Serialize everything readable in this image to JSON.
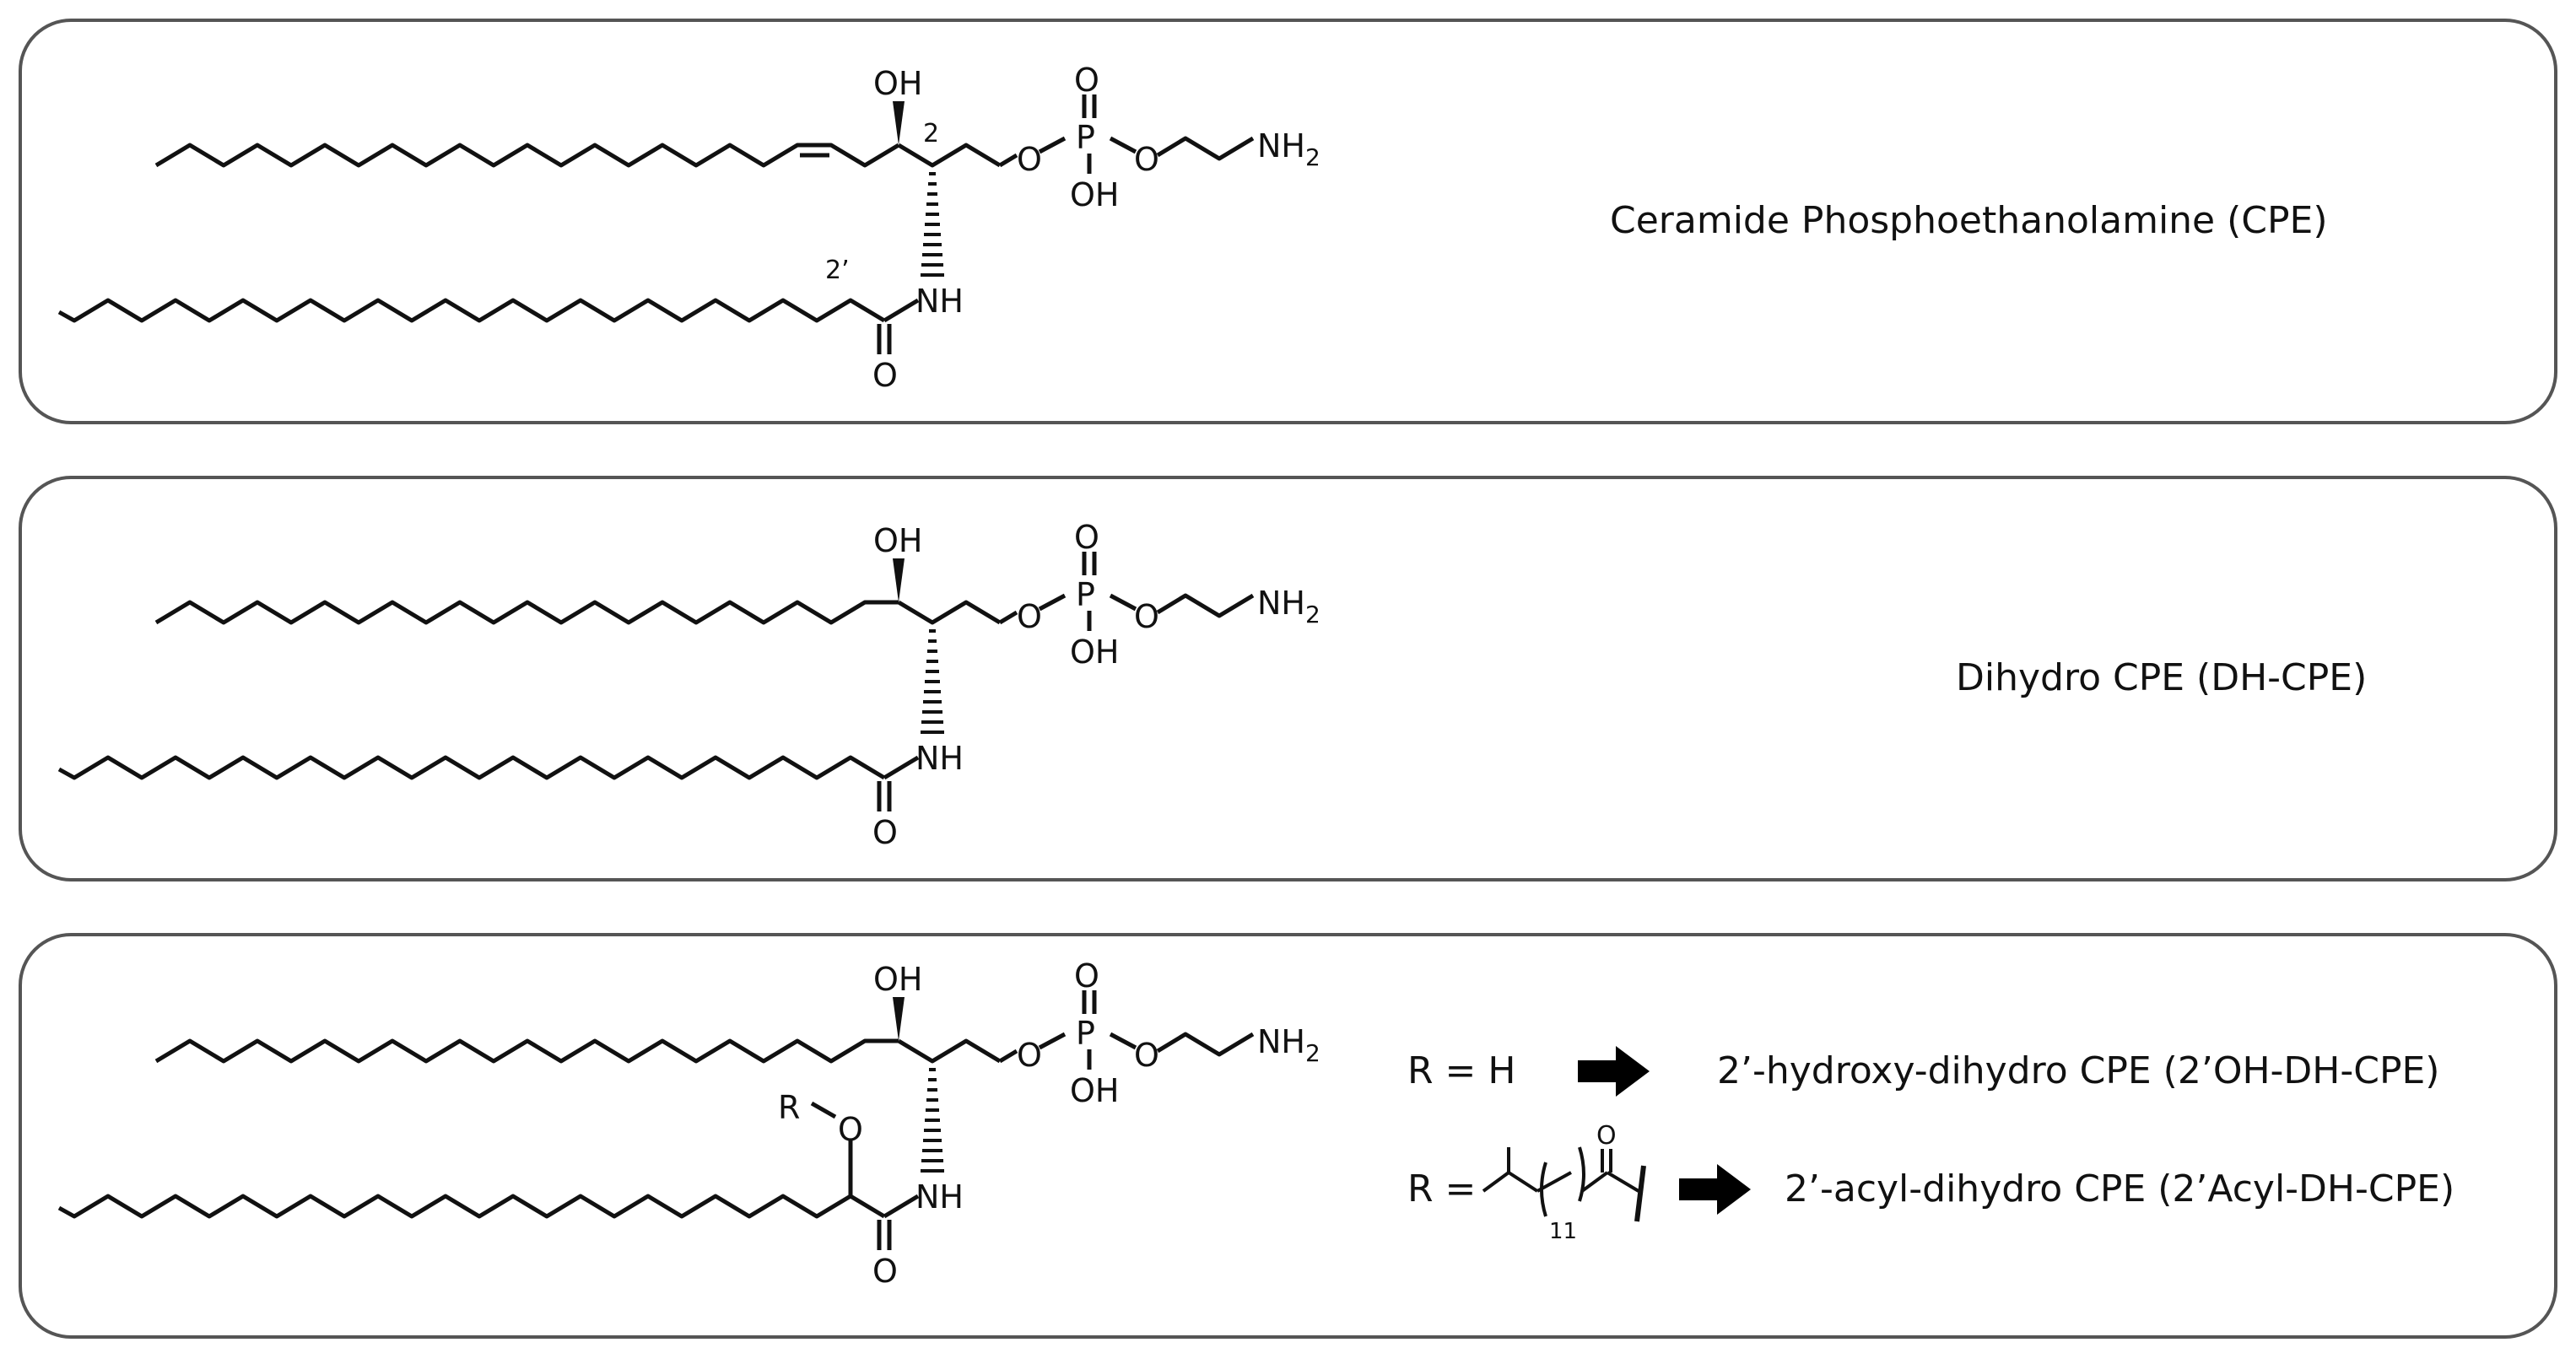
{
  "panels": [
    {
      "name": "Ceramide Phosphoethanolamine (CPE)",
      "atoms": {
        "oh": "OH",
        "o_top": "O",
        "p": "P",
        "o_left": "O",
        "o_right": "O",
        "oh_p": "OH",
        "nh2": "NH",
        "nh2_sub": "2",
        "nh": "NH",
        "o_carbonyl": "O",
        "locant_2": "2",
        "locant_2prime": "2’"
      }
    },
    {
      "name": "Dihydro CPE (DH-CPE)",
      "atoms": {
        "oh": "OH",
        "o_top": "O",
        "p": "P",
        "o_left": "O",
        "o_right": "O",
        "oh_p": "OH",
        "nh2": "NH",
        "nh2_sub": "2",
        "nh": "NH",
        "o_carbonyl": "O"
      }
    },
    {
      "atoms": {
        "oh": "OH",
        "o_top": "O",
        "p": "P",
        "o_left": "O",
        "o_right": "O",
        "oh_p": "OH",
        "nh2": "NH",
        "nh2_sub": "2",
        "nh": "NH",
        "o_carbonyl": "O",
        "r": "R",
        "o_ether": "O"
      },
      "variants": [
        {
          "r_label": "R = H",
          "name": "2’-hydroxy-dihydro CPE (2’OH-DH-CPE)"
        },
        {
          "r_label": "R =",
          "name": "2’-acyl-dihydro CPE (2’Acyl-DH-CPE)",
          "acyl_o": "O",
          "repeat_count": "11"
        }
      ]
    }
  ],
  "colors": {
    "ink": "#111111",
    "panel_border": "#555555",
    "arrow": "#000000"
  }
}
